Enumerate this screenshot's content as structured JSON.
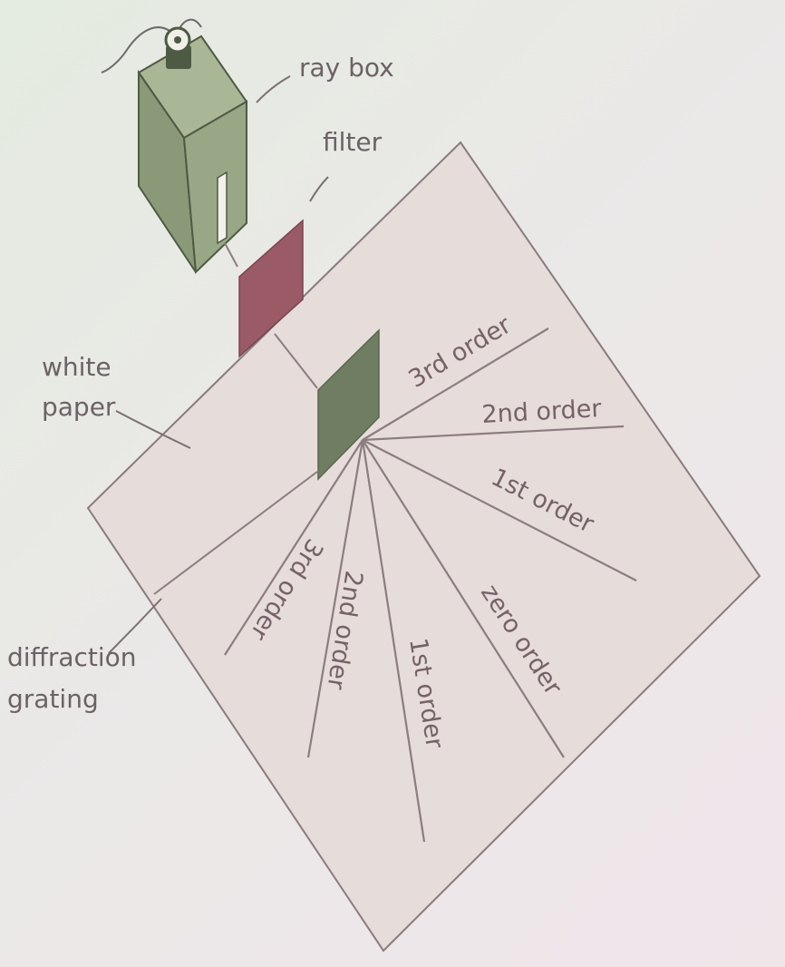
{
  "labels": {
    "ray_box": "ray box",
    "filter": "filter",
    "white_paper_line1": "white",
    "white_paper_line2": "paper",
    "diffraction_line1": "diffraction",
    "grating_line2": "grating"
  },
  "orders_upper_right": {
    "third": "3rd order",
    "second": "2nd order",
    "first": "1st order"
  },
  "orders_lower": {
    "third": "3rd order",
    "second": "2nd order",
    "first": "1st order",
    "zero": "zero order"
  },
  "colors": {
    "paper": "#e6dcda",
    "paper_edge": "#8a7b7e",
    "ray_box_front": "#98a785",
    "ray_box_side": "#8a9a78",
    "ray_box_top": "#a9b796",
    "filter": "#9a5a66",
    "grating": "#6f7e62",
    "ray_line": "#8c7d80"
  }
}
